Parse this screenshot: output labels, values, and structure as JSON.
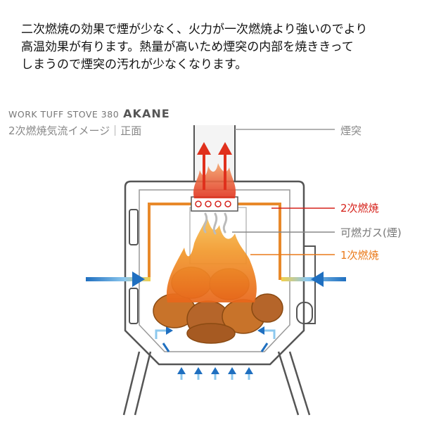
{
  "intro": {
    "lines": [
      "二次燃焼の効果で煙が少なく、火力が一次燃焼より強いのでより",
      "高温効果が有ります。熱量が高いため煙突の内部を焼ききって",
      "しまうので煙突の汚れが少なくなります。"
    ]
  },
  "header": {
    "model": "WORK TUFF STOVE 380",
    "brand": "AKANE",
    "subtitle": "2次燃焼気流イメージ｜正面"
  },
  "labels": {
    "chimney": "煙突",
    "secondary_combustion": "2次燃焼",
    "combustible_gas": "可燃ガス(煙)",
    "primary_combustion": "1次燃焼"
  },
  "colors": {
    "secondary": "#d6221b",
    "gas": "#777777",
    "primary": "#ea7a1a",
    "chimney_label": "#888888",
    "airflow_blue": "#1f6fc0",
    "airflow_light": "#8cc8ee",
    "stove_outline": "#555555"
  }
}
